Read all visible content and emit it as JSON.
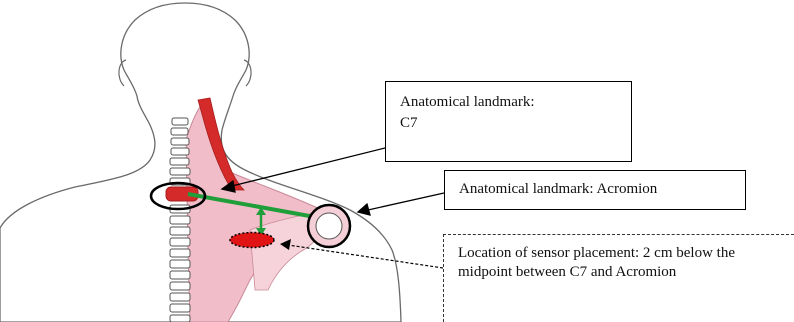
{
  "figure": {
    "callouts": {
      "c7": {
        "line1": "Anatomical landmark:",
        "line2": "C7"
      },
      "acromion": {
        "text": "Anatomical landmark: Acromion"
      },
      "sensor": {
        "text": "Location of sensor placement: 2 cm below the midpoint between C7 and Acromion"
      }
    },
    "colors": {
      "muscle_dark": "#d42a2a",
      "muscle_light": "#f1bdc8",
      "line": "#1f9e3a",
      "sensor": "#e01414",
      "outline": "#000000"
    }
  }
}
